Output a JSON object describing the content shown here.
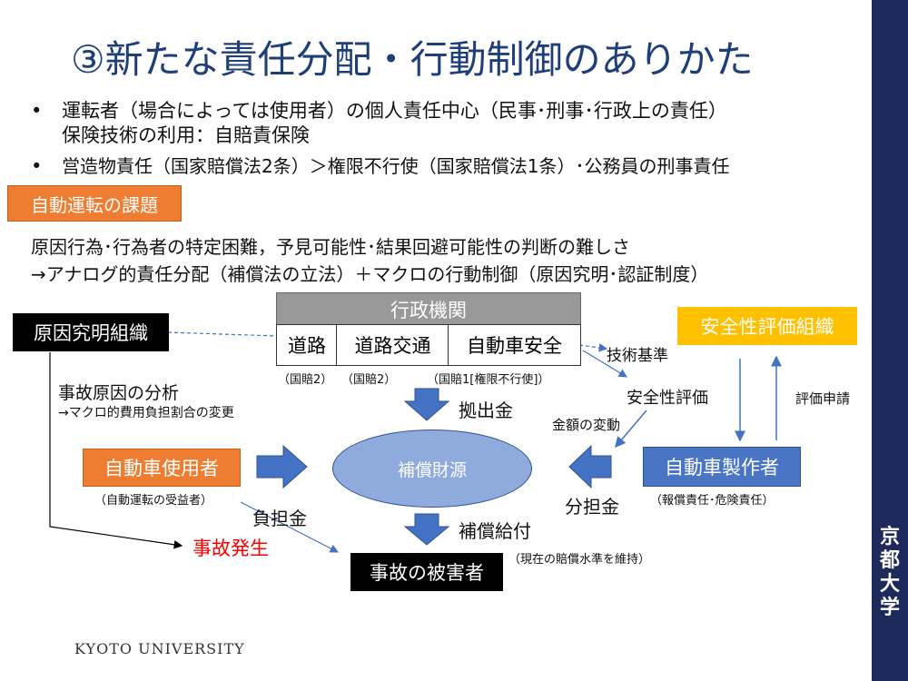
{
  "title": "③新たな責任分配・行動制御のありかた",
  "bullets": [
    {
      "marker": "•",
      "lines": [
        "運転者（場合によっては使用者）の個人責任中心（民事･刑事･行政上の責任）",
        "保険技術の利用：自賠責保険"
      ]
    },
    {
      "marker": "•",
      "lines": [
        "営造物責任（国家賠償法2条）＞権限不行使（国家賠償法1条）･公務員の刑事責任"
      ]
    }
  ],
  "issue_label": "自動運転の課題",
  "issue_lines": [
    "原因行為･行為者の特定困難，予見可能性･結果回避可能性の判断の難しさ",
    "→アナログ的責任分配（補償法の立法）＋マクロの行動制御（原因究明･認証制度）"
  ],
  "diagram": {
    "gov_title": "行政機関",
    "gov_cells": [
      "道路",
      "道路交通",
      "自動車安全"
    ],
    "gov_notes": [
      "（国賠2）",
      "（国賠2）",
      "（国賠1[権限不行使]）"
    ],
    "cause_org": "原因究明組織",
    "safety_org": "安全性評価組織",
    "tech_standard": "技術基準",
    "safety_eval": "安全性評価",
    "eval_request": "評価申請",
    "amount_change": "金額の変動",
    "contribution": "拠出金",
    "accident_analysis": "事故原因の分析",
    "cost_change": "→マクロ的費用負担割合の変更",
    "user": "自動車使用者",
    "user_note": "（自動運転の受益者）",
    "fund": "補償財源",
    "maker": "自動車製作者",
    "maker_note": "（報償責任･危険責任）",
    "burden": "負担金",
    "share": "分担金",
    "compensation": "補償給付",
    "accident": "事故発生",
    "victim": "事故の被害者",
    "victim_note": "（現在の賠償水準を維持）"
  },
  "footer": "KYOTO UNIVERSITY",
  "side_logo": "京都大学",
  "colors": {
    "navy": "#1f2a5c",
    "orange": "#ee7d31",
    "yellow": "#ffc000",
    "blue": "#4a74c4",
    "arrow": "#4472c4",
    "red": "#ff0000"
  }
}
